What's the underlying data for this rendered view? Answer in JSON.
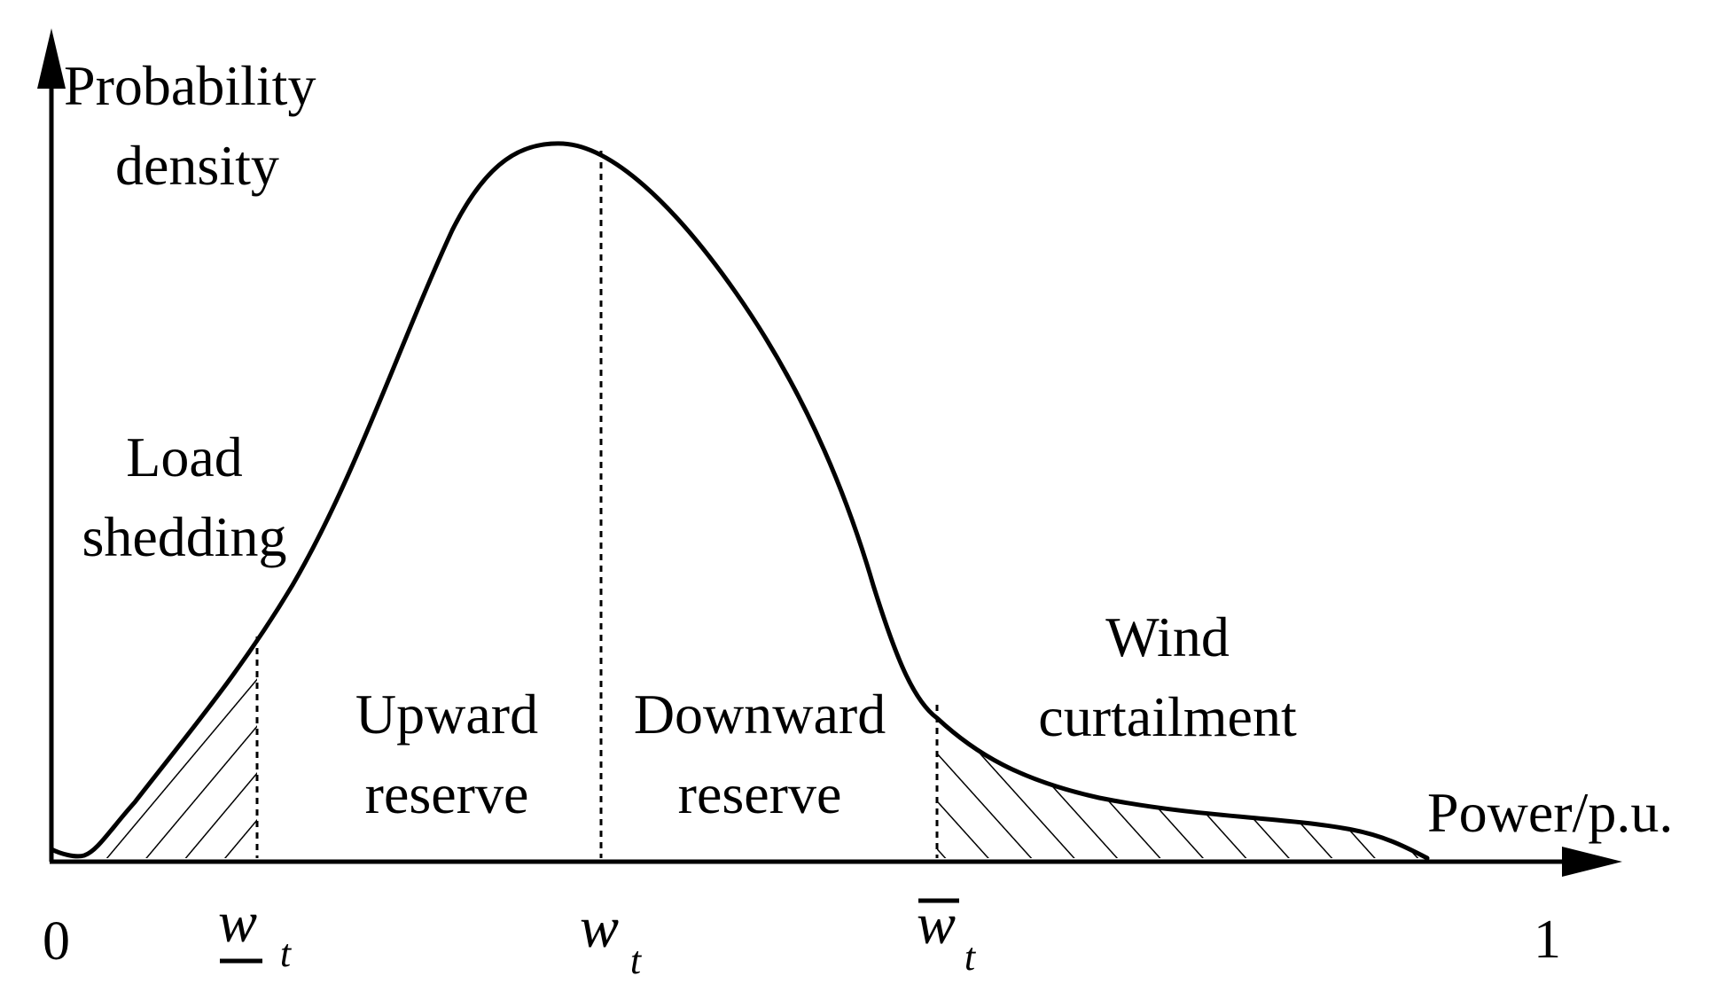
{
  "axes": {
    "y_label_line1": "Probability",
    "y_label_line2": "density",
    "x_label": "Power/p.u.",
    "x_tick_start": "0",
    "x_tick_end": "1"
  },
  "regions": {
    "load_shedding_line1": "Load",
    "load_shedding_line2": "shedding",
    "upward_line1": "Upward",
    "upward_line2": "reserve",
    "downward_line1": "Downward",
    "downward_line2": "reserve",
    "wind_line1": "Wind",
    "wind_line2": "curtailment"
  },
  "markers": {
    "lower_bound_symbol": "w",
    "lower_bound_subscript": "t",
    "forecast_symbol": "w",
    "forecast_subscript": "t",
    "upper_bound_symbol": "w",
    "upper_bound_subscript": "t"
  },
  "colors": {
    "line": "#000000",
    "background": "#ffffff"
  }
}
